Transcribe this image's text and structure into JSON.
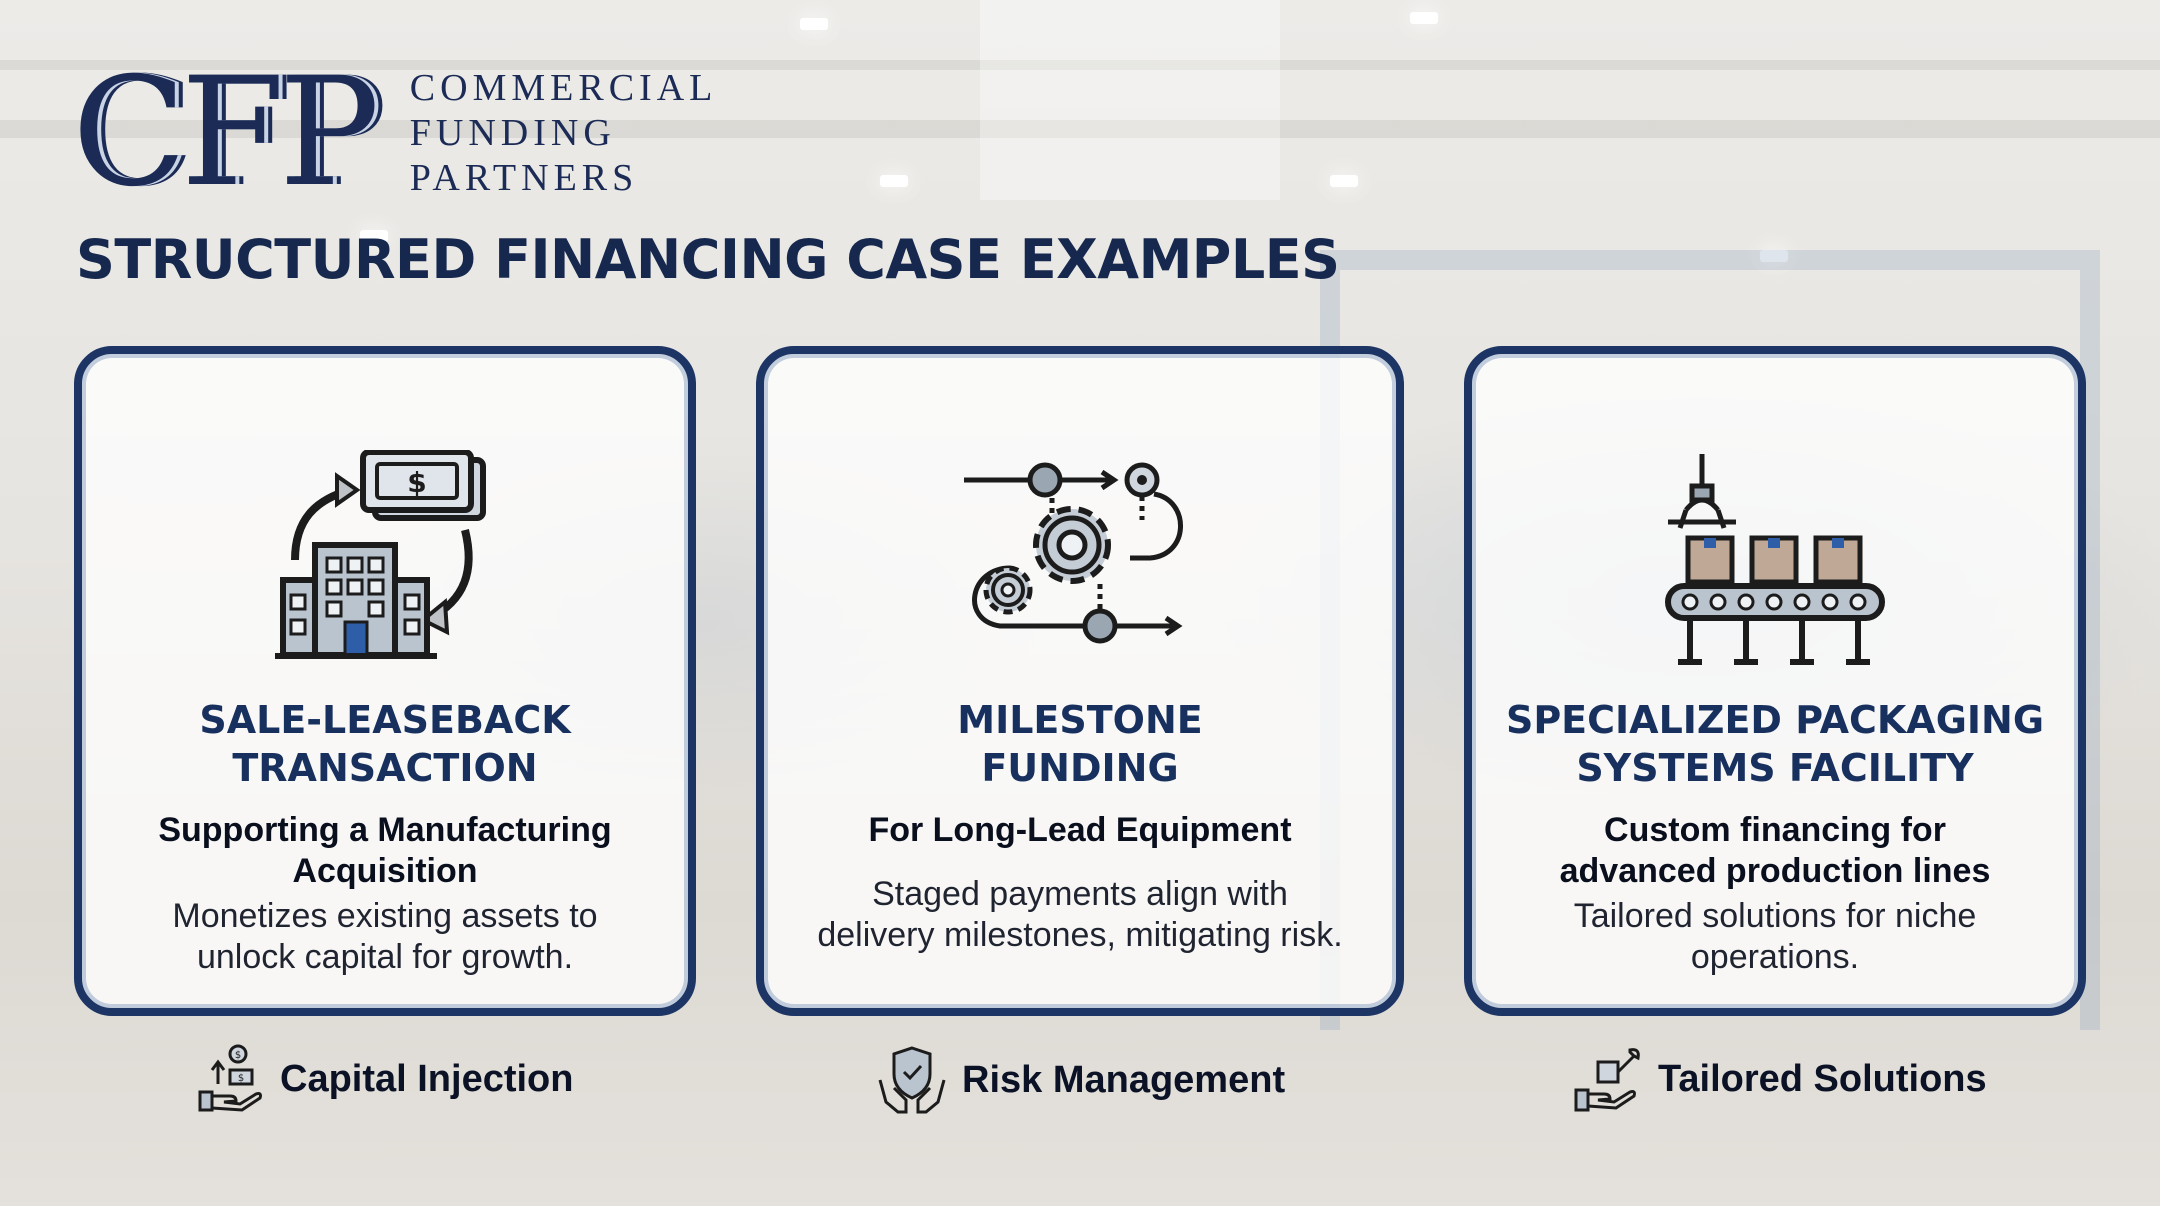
{
  "brand": {
    "mark": "CFP",
    "line1": "COMMERCIAL",
    "line2": "FUNDING",
    "line3": "PARTNERS"
  },
  "page_title": "STRUCTURED FINANCING CASE EXAMPLES",
  "cards": [
    {
      "title_line1": "SALE-LEASEBACK",
      "title_line2": "TRANSACTION",
      "subtitle_line1": "Supporting a Manufacturing",
      "subtitle_line2": "Acquisition",
      "desc_line1": "Monetizes existing assets to",
      "desc_line2": "unlock capital for growth.",
      "icon": "building-cash-cycle-icon"
    },
    {
      "title_line1": "MILESTONE",
      "title_line2": "FUNDING",
      "subtitle_line1": "For Long-Lead Equipment",
      "desc_line1": "Staged payments align with",
      "desc_line2": "delivery milestones, mitigating risk.",
      "icon": "gears-process-flow-icon"
    },
    {
      "title_line1": "SPECIALIZED PACKAGING",
      "title_line2": "SYSTEMS FACILITY",
      "subtitle_line1": "Custom financing for",
      "subtitle_line2": "advanced production lines",
      "desc_line1": "Tailored solutions for niche",
      "desc_line2": "operations.",
      "icon": "conveyor-packaging-icon"
    }
  ],
  "features": [
    {
      "label": "Capital Injection",
      "icon": "hand-money-up-icon"
    },
    {
      "label": "Risk Management",
      "icon": "hands-shield-icon"
    },
    {
      "label": "Tailored Solutions",
      "icon": "hand-tools-icon"
    }
  ],
  "colors": {
    "navy": "#1d3565",
    "title": "#16284e",
    "accent": "#17305e"
  }
}
